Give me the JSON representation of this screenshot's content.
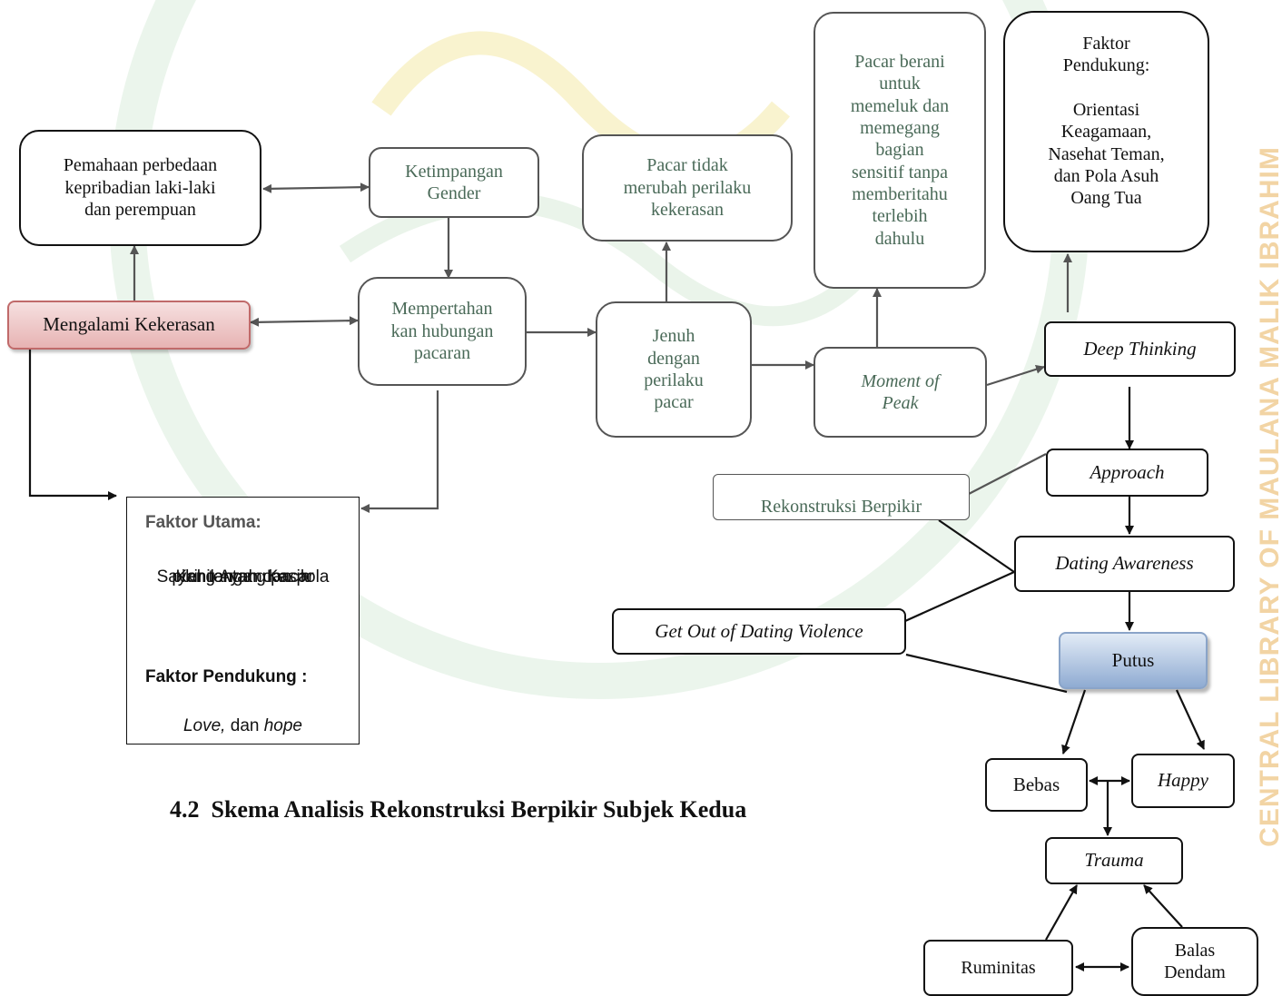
{
  "watermark": {
    "side_text": "CENTRAL LIBRARY OF MAULANA MALIK IBRAHIM",
    "color": "#e9b25a"
  },
  "nodes": {
    "pemahaman": [
      "Pemahaan perbedaan",
      "kepribadian laki-laki",
      "dan perempuan"
    ],
    "ketimpangan": [
      "Ketimpangan",
      "Gender"
    ],
    "pacar_tidak": [
      "Pacar tidak",
      "merubah perilaku",
      "kekerasan"
    ],
    "pacar_berani": [
      "Pacar berani",
      "untuk",
      "memeluk dan",
      "memegang",
      "bagian",
      "sensitif tanpa",
      "memberitahu",
      "terlebih",
      "dahulu"
    ],
    "faktor_pendukung_top": [
      "Faktor",
      "Pendukung:",
      "",
      "Orientasi",
      "Keagamaan,",
      "Nasehat Teman,",
      "dan Pola Asuh",
      "Oang Tua"
    ],
    "mengalami": "Mengalami Kekerasan",
    "mempertahankan": [
      "Mempertahan",
      "kan hubungan",
      "pacaran"
    ],
    "jenuh": [
      "Jenuh",
      "dengan",
      "perilaku",
      "pacar"
    ],
    "moment": [
      "Moment of",
      "Peak"
    ],
    "deep_thinking": "Deep Thinking",
    "approach": "Approach",
    "rekonstruksi": "Rekonstruksi Berpikir",
    "dating_awareness": "Dating Awareness",
    "get_out": "Get Out of Dating Violence",
    "putus": "Putus",
    "bebas": "Bebas",
    "happy": "Happy",
    "trauma": "Trauma",
    "ruminitas": "Ruminitas",
    "balas_dendam": [
      "Balas",
      "Dendam"
    ]
  },
  "faktor_utama": {
    "heading": "Faktor Utama:",
    "lines": [
      "Kehilangan Kasih",
      "Sayang Ayah dan pola",
      "pikir tentang pacar"
    ],
    "pendukung_heading": "Faktor Pendukung :",
    "pendukung_love": "Love,",
    "pendukung_dan": " dan ",
    "pendukung_hope": "hope"
  },
  "caption": {
    "number": "4.2",
    "title": "Skema Analisis Rekonstruksi Berpikir Subjek Kedua"
  }
}
